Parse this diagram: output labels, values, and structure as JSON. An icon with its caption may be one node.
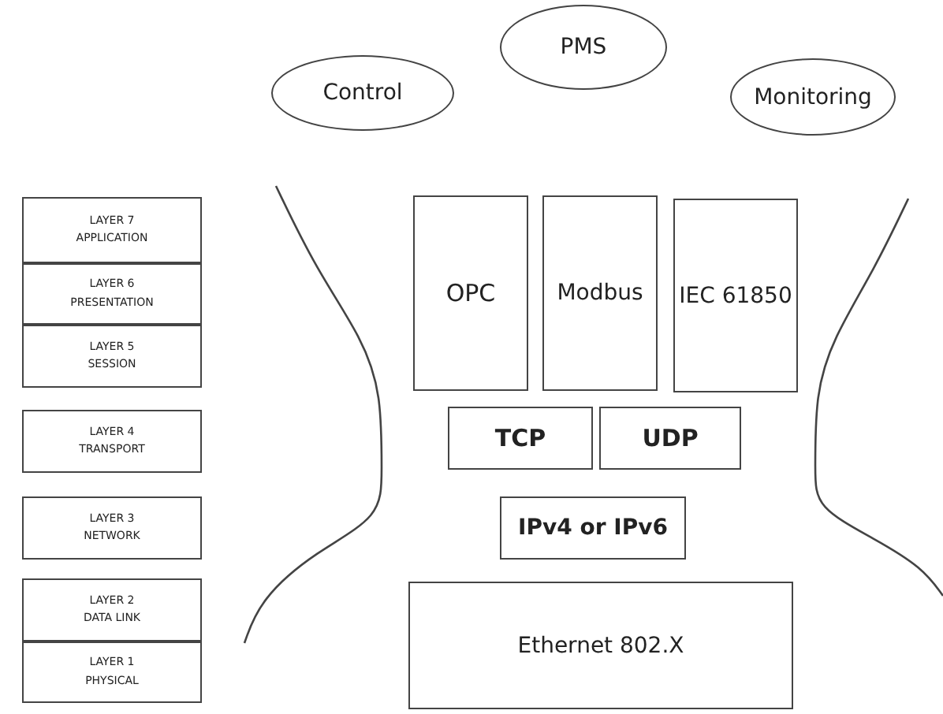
{
  "diagram": {
    "nodes": [
      {
        "text": [
          "Control"
        ]
      },
      {
        "text": [
          "PMS"
        ]
      },
      {
        "text": [
          "Monitoring"
        ]
      },
      {
        "text": [
          "LAYER 7",
          "APPLICATION"
        ]
      },
      {
        "text": [
          "LAYER 6",
          "PRESENTATION"
        ]
      },
      {
        "text": [
          "LAYER 5",
          "SESSION"
        ]
      },
      {
        "text": [
          "LAYER 4",
          "TRANSPORT"
        ]
      },
      {
        "text": [
          "LAYER 3",
          "NETWORK"
        ]
      },
      {
        "text": [
          "LAYER 2",
          "DATA LINK"
        ]
      },
      {
        "text": [
          "LAYER 1",
          "PHYSICAL"
        ]
      },
      {
        "text": [
          "OPC"
        ]
      },
      {
        "text": [
          "Modbus"
        ]
      },
      {
        "text": [
          "IEC 61850"
        ]
      },
      {
        "text": [
          "TCP"
        ]
      },
      {
        "text": [
          "UDP"
        ]
      },
      {
        "text": [
          "IPv4 or IPv6"
        ]
      },
      {
        "text": [
          "Ethernet 802.X"
        ]
      }
    ],
    "edges": []
  }
}
